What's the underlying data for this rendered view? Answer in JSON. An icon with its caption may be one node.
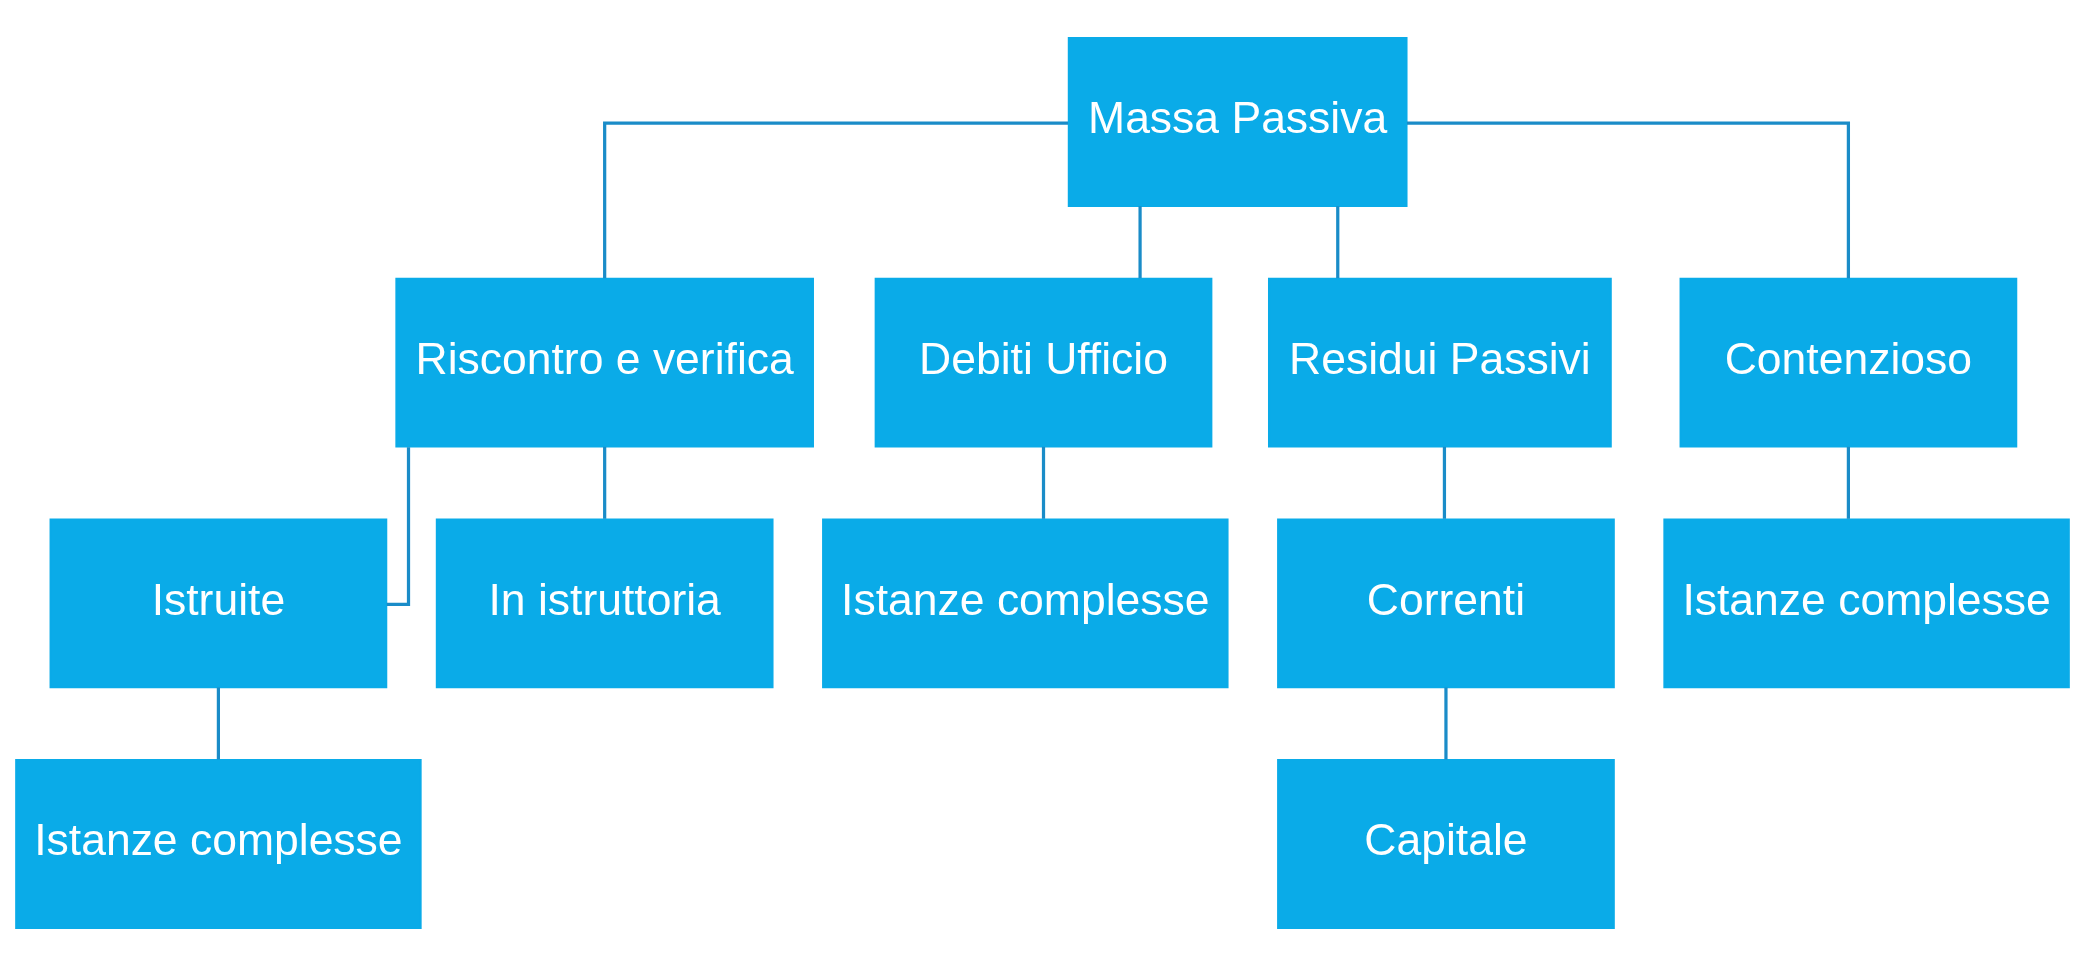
{
  "diagram": {
    "nodes": [
      {
        "text": [
          "Massa Passiva"
        ]
      },
      {
        "text": [
          "Riscontro e verifica"
        ]
      },
      {
        "text": [
          "Debiti Ufficio"
        ]
      },
      {
        "text": [
          "Residui Passivi"
        ]
      },
      {
        "text": [
          "Contenzioso"
        ]
      },
      {
        "text": [
          "Istruite"
        ]
      },
      {
        "text": [
          "In istruttoria"
        ]
      },
      {
        "text": [
          "Istanze complesse"
        ]
      },
      {
        "text": [
          "Correnti"
        ]
      },
      {
        "text": [
          "Istanze complesse"
        ]
      },
      {
        "text": [
          "Istanze complesse"
        ]
      },
      {
        "text": [
          "Capitale"
        ]
      }
    ],
    "edges": [
      {
        "from": 0,
        "to": 1,
        "arrow": "none"
      },
      {
        "from": 0,
        "to": 2,
        "arrow": "none"
      },
      {
        "from": 0,
        "to": 3,
        "arrow": "none"
      },
      {
        "from": 0,
        "to": 4,
        "arrow": "none"
      },
      {
        "from": 1,
        "to": 5,
        "arrow": "none"
      },
      {
        "from": 1,
        "to": 6,
        "arrow": "none"
      },
      {
        "from": 2,
        "to": 7,
        "arrow": "none"
      },
      {
        "from": 3,
        "to": 8,
        "arrow": "none"
      },
      {
        "from": 4,
        "to": 9,
        "arrow": "none"
      },
      {
        "from": 5,
        "to": 10,
        "arrow": "none"
      },
      {
        "from": 8,
        "to": 11,
        "arrow": "none"
      }
    ]
  }
}
